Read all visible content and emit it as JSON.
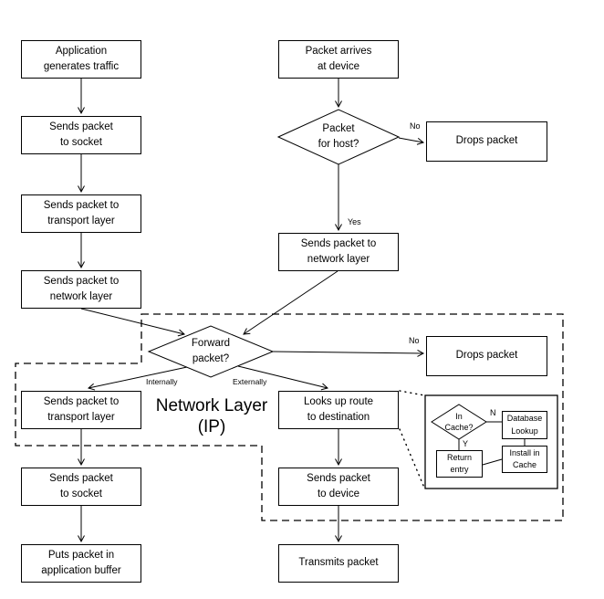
{
  "colors": {
    "line": "#000000",
    "background": "#ffffff",
    "text": "#000000"
  },
  "diagram": {
    "outbound": {
      "app_generates": "Application\ngenerates traffic",
      "send_to_socket": "Sends packet\nto socket",
      "send_to_transport": "Sends packet to\ntransport layer",
      "send_to_network": "Sends packet to\nnetwork layer"
    },
    "inbound": {
      "packet_arrives": "Packet arrives\nat device",
      "packet_for_host": "Packet\nfor host?",
      "no_label": "No",
      "yes_label": "Yes",
      "drops_packet": "Drops packet",
      "send_to_network": "Sends packet to\nnetwork layer"
    },
    "network_layer": {
      "title": "Network Layer\n(IP)",
      "forward_packet": "Forward\npacket?",
      "no_label": "No",
      "internally_label": "Internally",
      "externally_label": "Externally",
      "drops_packet": "Drops packet",
      "send_to_transport": "Sends packet to\ntransport layer",
      "looks_up_route": "Looks up route\nto destination"
    },
    "local_delivery": {
      "send_to_socket": "Sends packet\nto socket",
      "puts_in_buffer": "Puts packet in\napplication buffer"
    },
    "external_delivery": {
      "send_to_device": "Sends packet\nto device",
      "transmits_packet": "Transmits packet"
    },
    "route_cache": {
      "in_cache": "In\nCache?",
      "n_label": "N",
      "y_label": "Y",
      "database_lookup": "Database\nLookup",
      "install_in_cache": "Install in\nCache",
      "return_entry": "Return\nentry"
    }
  }
}
